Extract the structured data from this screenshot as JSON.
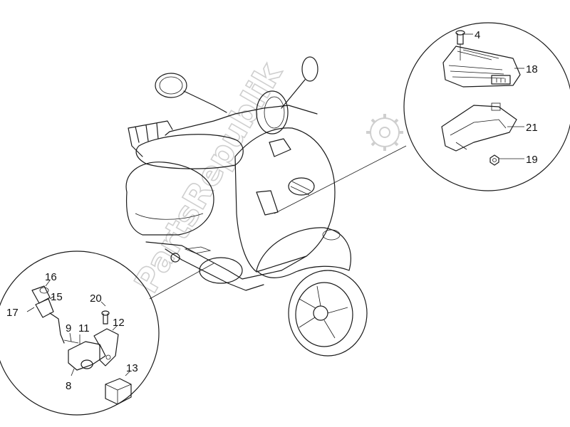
{
  "watermark": "PartsRepublik",
  "callouts": [
    {
      "id": "4",
      "label": "4"
    },
    {
      "id": "18",
      "label": "18"
    },
    {
      "id": "21",
      "label": "21"
    },
    {
      "id": "19",
      "label": "19"
    },
    {
      "id": "16",
      "label": "16"
    },
    {
      "id": "15",
      "label": "15"
    },
    {
      "id": "17",
      "label": "17"
    },
    {
      "id": "20",
      "label": "20"
    },
    {
      "id": "12",
      "label": "12"
    },
    {
      "id": "9",
      "label": "9"
    },
    {
      "id": "11",
      "label": "11"
    },
    {
      "id": "13",
      "label": "13"
    },
    {
      "id": "8",
      "label": "8"
    }
  ]
}
